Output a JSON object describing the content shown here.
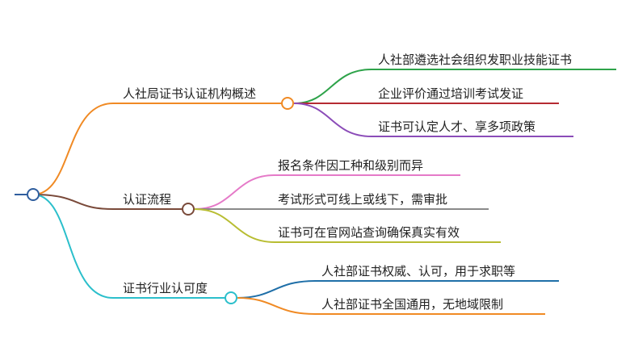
{
  "mindmap": {
    "branches": [
      {
        "id": "overview",
        "label": "人社局证书认证机构概述",
        "color": "#F08A24",
        "children": [
          {
            "label": "人社部遴选社会组织发职业技能证书",
            "color": "#2EA34A"
          },
          {
            "label": "企业评价通过培训考试发证",
            "color": "#B52A32"
          },
          {
            "label": "证书可认定人才、享多项政策",
            "color": "#8B4CB8"
          }
        ]
      },
      {
        "id": "process",
        "label": "认证流程",
        "color": "#7A4A3A",
        "children": [
          {
            "label": "报名条件因工种和级别而异",
            "color": "#E57AC8"
          },
          {
            "label": "考试形式可线上或线下，需审批",
            "color": "#8A8A8A"
          },
          {
            "label": "证书可在官网站查询确保真实有效",
            "color": "#B8BD32"
          }
        ]
      },
      {
        "id": "recognition",
        "label": "证书行业认可度",
        "color": "#2BBFCB",
        "children": [
          {
            "label": "人社部证书权威、认可，用于求职等",
            "color": "#1F6FA8"
          },
          {
            "label": "人社部证书全国通用，无地域限制",
            "color": "#F08A24"
          }
        ]
      }
    ],
    "root_color": "#2F5E9E"
  }
}
